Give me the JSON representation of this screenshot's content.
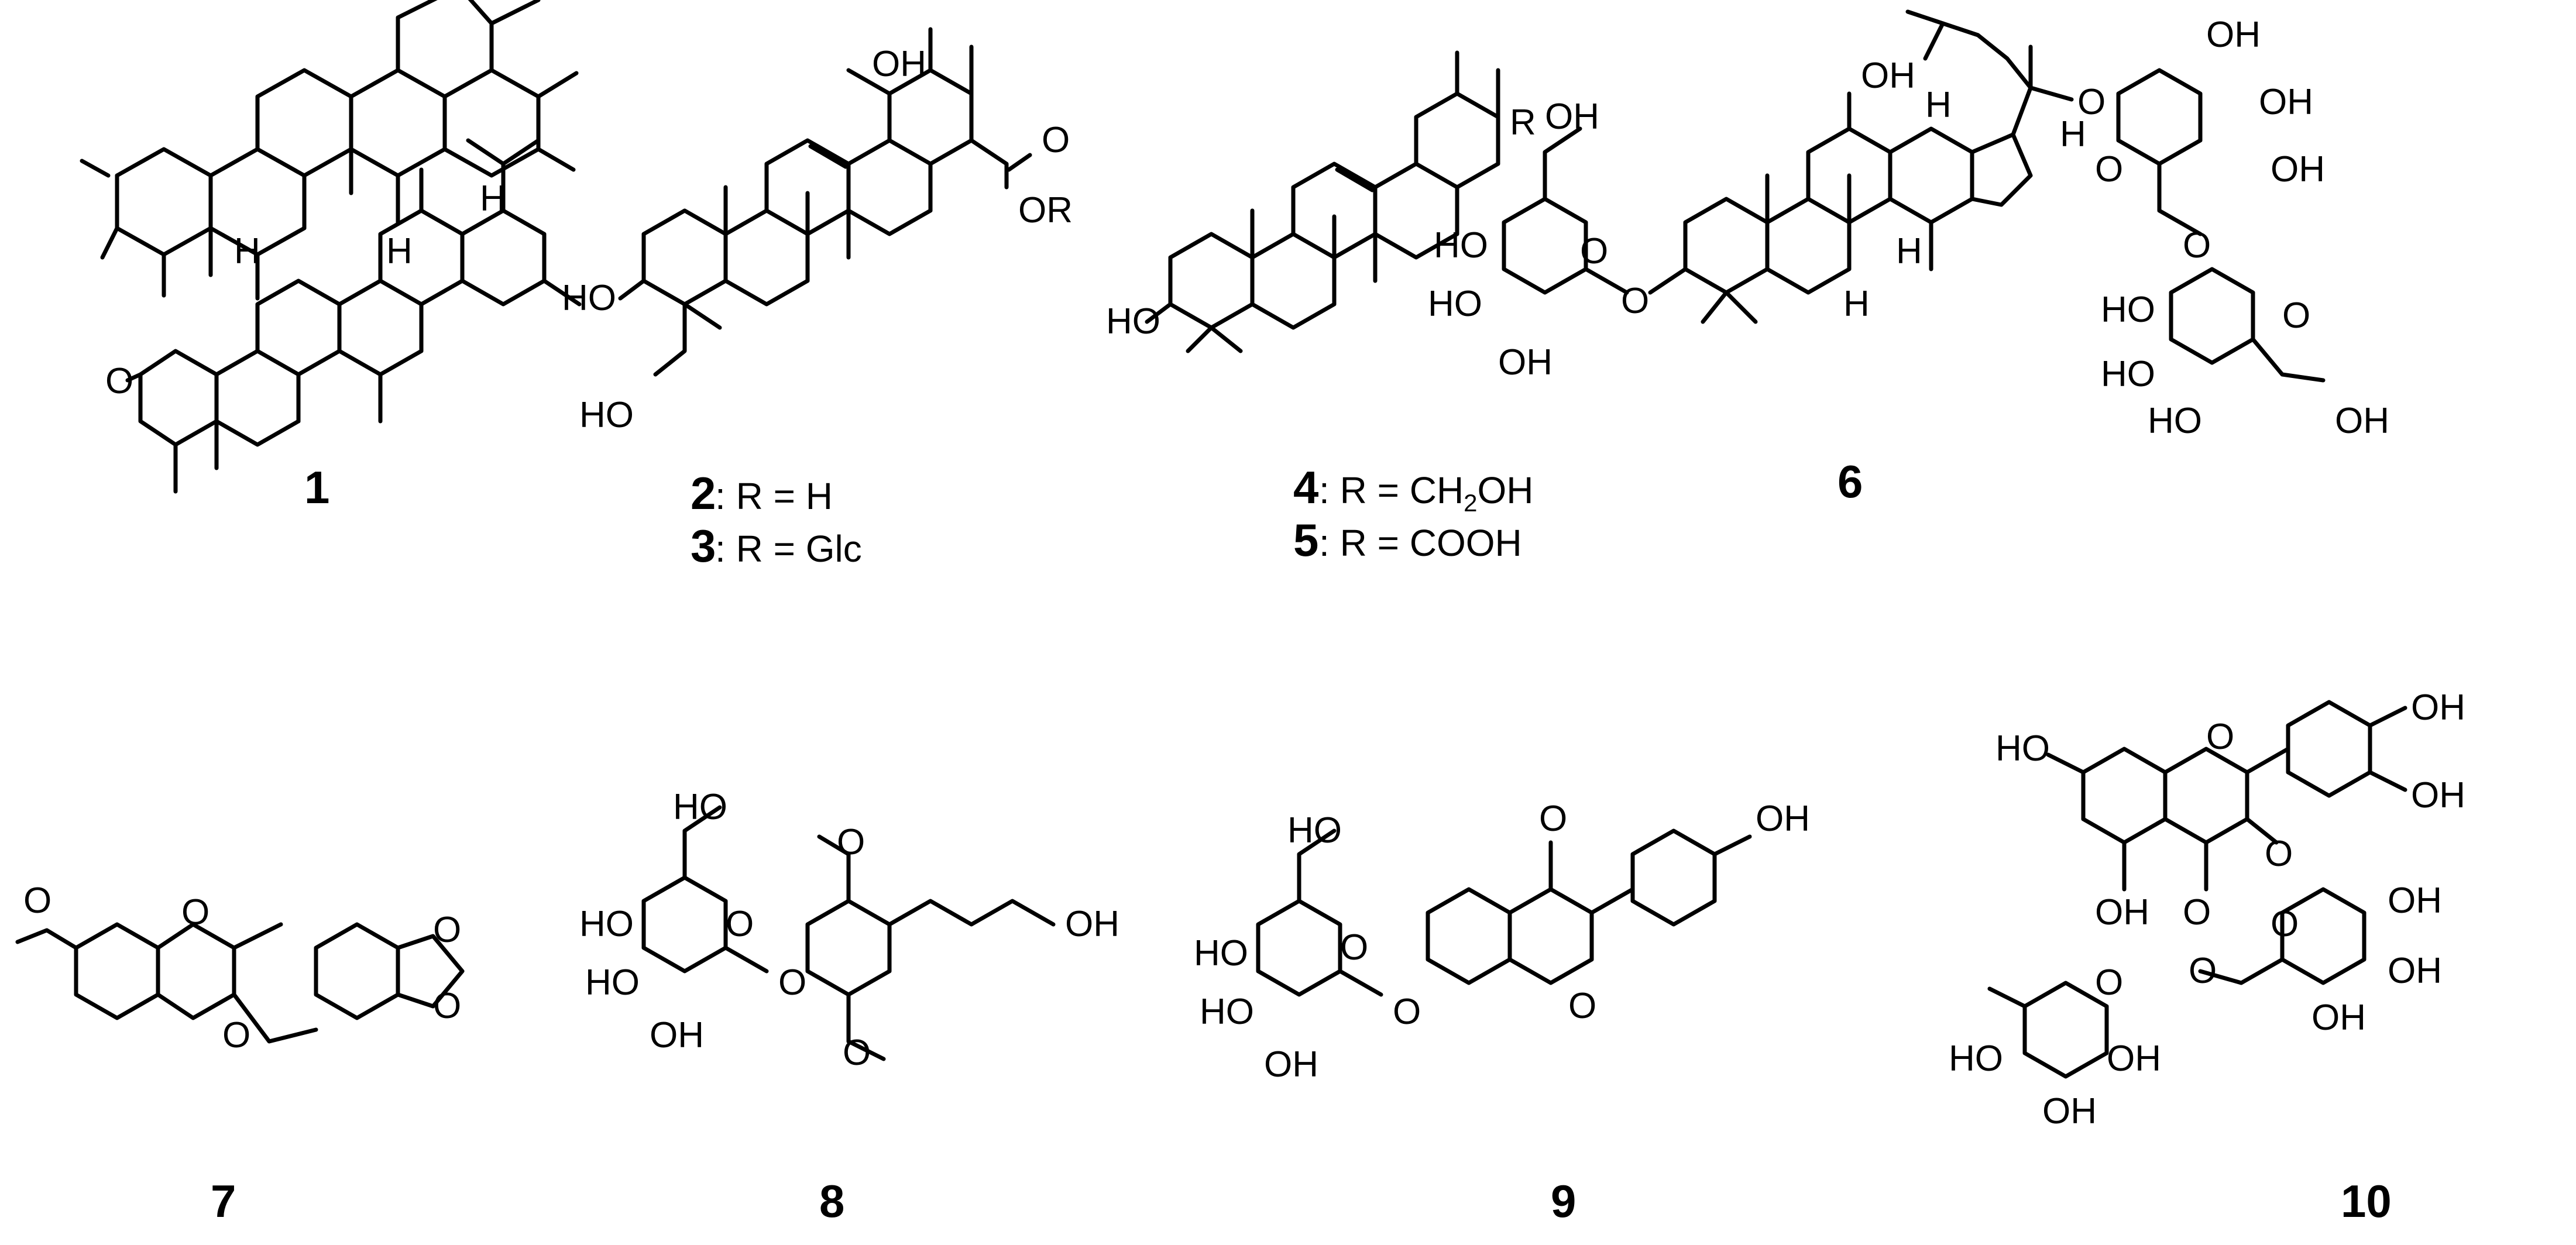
{
  "compounds": {
    "c1": {
      "label": "1"
    },
    "c2": {
      "label": "2",
      "caption": ": R = H"
    },
    "c3": {
      "label": "3",
      "caption": ": R = Glc"
    },
    "c4": {
      "label": "4",
      "caption_a": ": R = CH",
      "caption_sub": "2",
      "caption_b": "OH"
    },
    "c5": {
      "label": "5",
      "caption": ": R = COOH"
    },
    "c6": {
      "label": "6"
    },
    "c7": {
      "label": "7"
    },
    "c8": {
      "label": "8"
    },
    "c9": {
      "label": "9"
    },
    "c10": {
      "label": "10"
    }
  },
  "atoms": {
    "O": "O",
    "OH": "OH",
    "HO": "HO",
    "H": "H",
    "R": "R",
    "OR": "OR"
  }
}
